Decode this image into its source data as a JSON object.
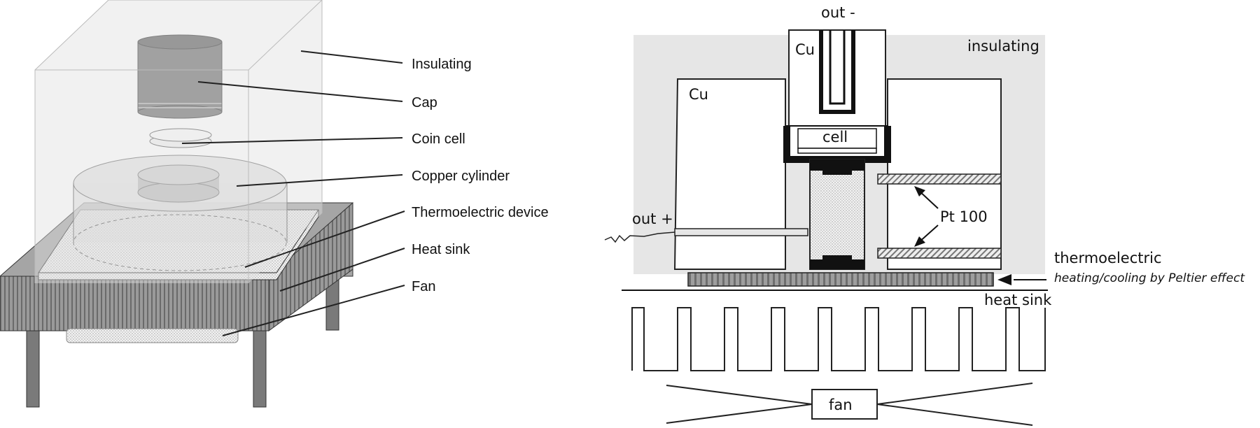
{
  "left_diagram": {
    "labels": {
      "insulating": "Insulating",
      "cap": "Cap",
      "coin_cell": "Coin cell",
      "copper_cylinder": "Copper cylinder",
      "thermoelectric_device": "Thermoelectric device",
      "heat_sink": "Heat sink",
      "fan": "Fan"
    }
  },
  "right_diagram": {
    "labels": {
      "out_minus": "out -",
      "insulating": "insulating",
      "cu_top": "Cu",
      "cu_left": "Cu",
      "cell": "cell",
      "out_plus": "out +",
      "pt100": "Pt 100",
      "thermoelectric": "thermoelectric",
      "peltier": "heating/cooling by Peltier effect",
      "heat_sink": "heat sink",
      "fan": "fan"
    }
  },
  "colors": {
    "insulation_fill": "#e6e6e6",
    "cap_fill": "#6e6e6e",
    "copper_fill": "#d9d9d9",
    "heat_sink_fill": "#8c8c8c",
    "line": "#222222"
  }
}
